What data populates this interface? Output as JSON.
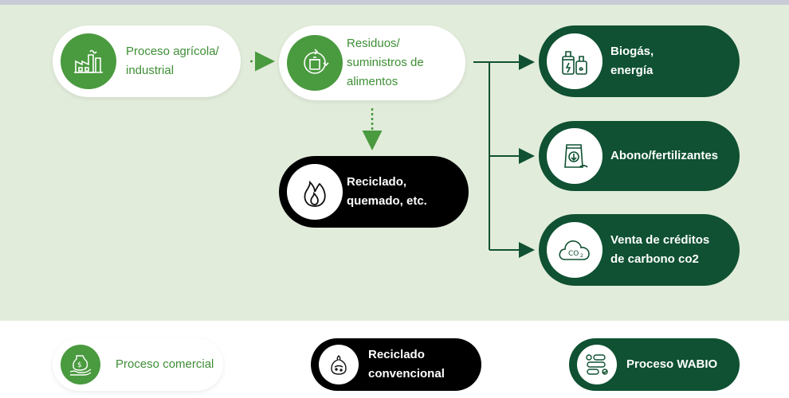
{
  "diagram": {
    "nodes": {
      "agricultural": {
        "label_1": "Proceso agrícola/",
        "label_2": "industrial",
        "icon": "factory-icon"
      },
      "waste": {
        "label_1": "Residuos/",
        "label_2": "suministros de",
        "label_3": "alimentos",
        "icon": "recycle-icon"
      },
      "recycled": {
        "label_1": "Reciclado,",
        "label_2": "quemado, etc.",
        "icon": "fire-icon"
      },
      "biogas": {
        "label_1": "Biogás,",
        "label_2": "energía",
        "icon": "biogas-plant-icon"
      },
      "fertilizer": {
        "label_1": "Abono/fertilizantes",
        "icon": "fertilizer-bag-icon"
      },
      "carbon": {
        "label_1": "Venta de créditos",
        "label_2": "de carbono co2",
        "icon": "co2-cloud-icon"
      }
    }
  },
  "legend": {
    "commercial": {
      "label": "Proceso comercial",
      "icon": "money-hand-icon"
    },
    "conventional": {
      "label_1": "Reciclado",
      "label_2": "convencional",
      "icon": "waste-bag-icon"
    },
    "wabio": {
      "label": "Proceso WABIO",
      "icon": "process-flow-icon"
    }
  },
  "colors": {
    "panel_bg": "#e2ecdb",
    "green_accent": "#4a9a3f",
    "dark_green": "#0f5132",
    "black": "#000000",
    "top_bar": "#c9ccd6"
  }
}
